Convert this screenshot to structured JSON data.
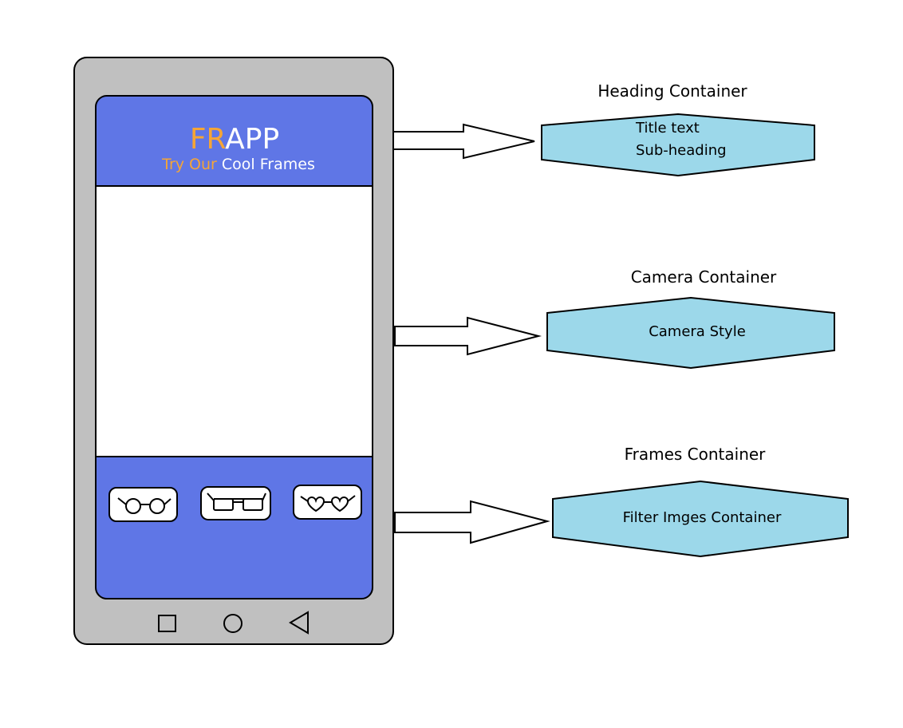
{
  "colors": {
    "phone_body": "#c0c0c0",
    "screen_blue": "#5f76e6",
    "accent_orange": "#f5a536",
    "white": "#ffffff",
    "hexagon_fill": "#9cd8ea",
    "outline": "#000000"
  },
  "phone": {
    "app_title": {
      "part1": "FR",
      "part2": "APP"
    },
    "subtitle": {
      "part1": "Try Our",
      "part2": "Cool Frames"
    },
    "frame_icons": [
      "glasses-round-icon",
      "glasses-rect-icon",
      "glasses-heart-icon"
    ],
    "nav_icons": [
      "square-icon",
      "circle-icon",
      "back-triangle-icon"
    ]
  },
  "callouts": {
    "heading": {
      "title": "Heading Container",
      "line1": "Title text",
      "line2": "Sub-heading"
    },
    "camera": {
      "title": "Camera Container",
      "line1": "Camera Style"
    },
    "frames": {
      "title": "Frames Container",
      "line1": "Filter Imges Container"
    }
  }
}
